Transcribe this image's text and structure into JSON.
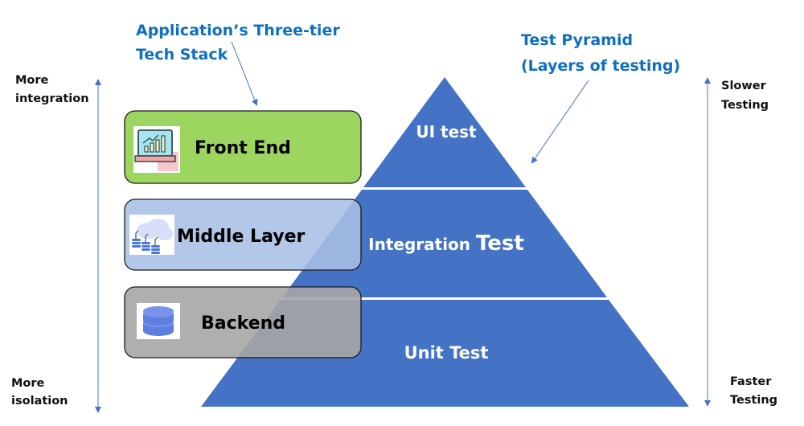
{
  "titles": {
    "tech_stack_line1": "Application’s Three-tier",
    "tech_stack_line2": "Tech Stack",
    "pyramid_line1": "Test Pyramid",
    "pyramid_line2": "(Layers of testing)"
  },
  "left_axis": {
    "top_line1": "More",
    "top_line2": "integration",
    "bottom_line1": "More",
    "bottom_line2": "isolation"
  },
  "right_axis": {
    "top_line1": "Slower",
    "top_line2": "Testing",
    "bottom_line1": "Faster",
    "bottom_line2": "Testing"
  },
  "tiers": [
    {
      "label": "Front End",
      "icon": "laptop-chart-icon",
      "color": "#92d050"
    },
    {
      "label": "Middle Layer",
      "icon": "cloud-database-icon",
      "color": "#8faadc"
    },
    {
      "label": "Backend",
      "icon": "database-icon",
      "color": "#a6a6a6"
    }
  ],
  "pyramid": {
    "color": "#4472c4",
    "layers": [
      {
        "label": "UI test"
      },
      {
        "label_part1": "Integration ",
        "label_part2": "Test"
      },
      {
        "label": "Unit Test"
      }
    ]
  },
  "colors": {
    "arrow": "#4472c4",
    "axis_line": "#8faadc",
    "title_blue": "#0f6fbf"
  }
}
